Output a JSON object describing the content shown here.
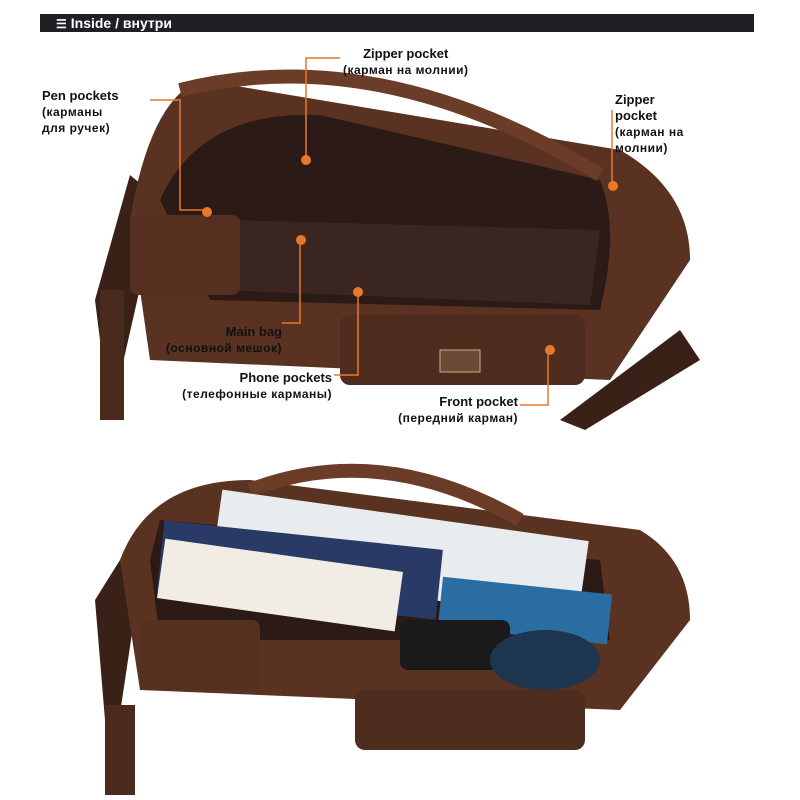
{
  "header": {
    "icon": "list-icon",
    "title": "Inside / внутри"
  },
  "accent_color": "#e8792a",
  "labels": {
    "zipper_top": {
      "en": "Zipper pocket",
      "ru": "(карман на молнии)"
    },
    "pen": {
      "en": "Pen pockets",
      "ru1": "(карманы",
      "ru2": "для ручек)"
    },
    "zipper_right": {
      "en1": "Zipper",
      "en2": "pocket",
      "ru1": "(карман на",
      "ru2": "молнии)"
    },
    "main": {
      "en": "Main bag",
      "ru": "(основной мешок)"
    },
    "phone": {
      "en": "Phone pockets",
      "ru": "(телефонные карманы)"
    },
    "front": {
      "en": "Front pocket",
      "ru": "(передний карман)"
    }
  }
}
